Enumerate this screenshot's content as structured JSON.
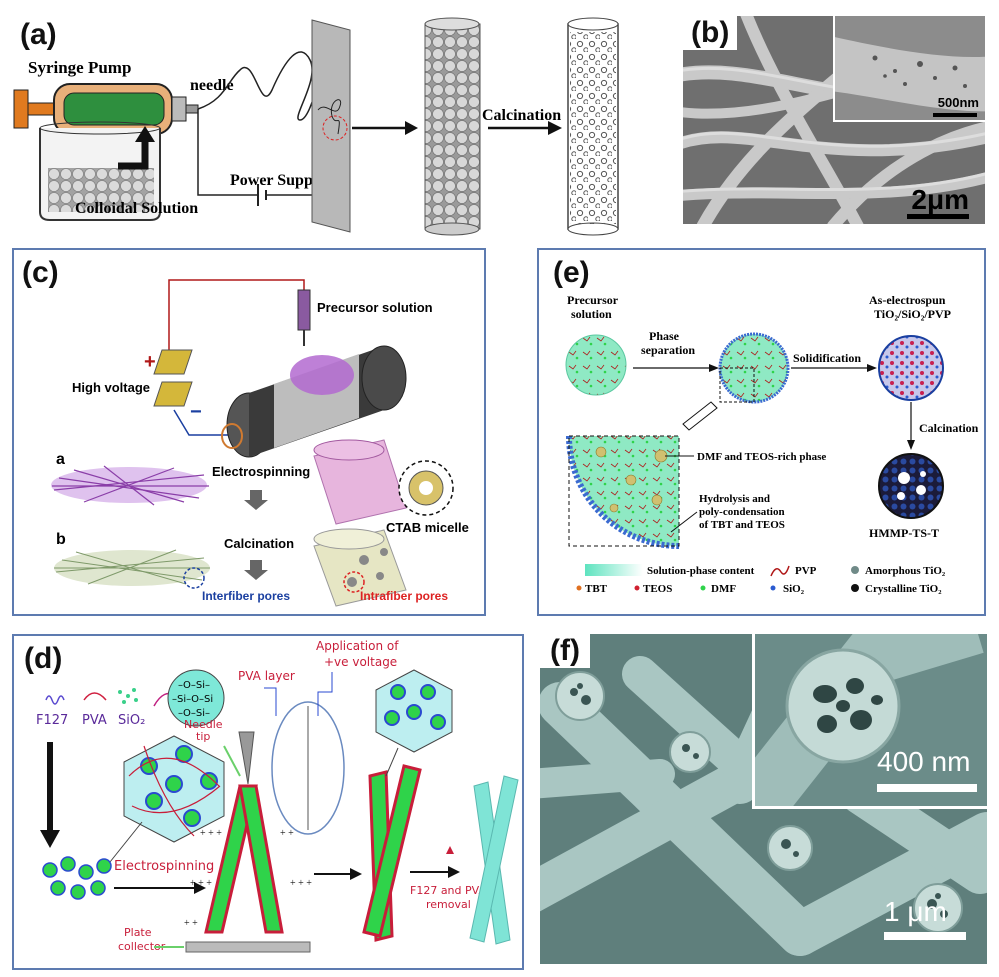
{
  "panels": {
    "a": {
      "label": "(a)",
      "syringe": "Syringe Pump",
      "needle": "needle",
      "colloid": "Colloidal Solution",
      "power": "Power Supply",
      "calc": "Calcination"
    },
    "b": {
      "label": "(b)",
      "inset_scale": "500nm",
      "main_scale": "2μm"
    },
    "c": {
      "label": "(c)",
      "precursor": "Precursor solution",
      "voltage": "High voltage",
      "plus": "+",
      "minus": "−",
      "step_a": "a",
      "step_b": "b",
      "electro": "Electrospinning",
      "calc": "Calcination",
      "ctab": "CTAB micelle",
      "inter": "Interfiber pores",
      "intra": "Intrafiber pores"
    },
    "d": {
      "label": "(d)",
      "f127": "F127",
      "pva": "PVA",
      "sio2": "SiO₂",
      "pva_layer": "PVA layer",
      "application": "Application of",
      "ve_voltage": "+ve voltage",
      "needle_tip_1": "Needle",
      "needle_tip_2": "tip",
      "electro": "Electrospinning",
      "plate_1": "Plate",
      "plate_2": "collector",
      "removal_1": "F127 and PVA",
      "removal_2": "removal",
      "si_row1": "–O–Si–",
      "si_row2": "–Si–O–Si",
      "si_row3": "–O–Si–"
    },
    "e": {
      "label": "(e)",
      "precursor_1": "Precursor",
      "precursor_2": "solution",
      "phase_1": "Phase",
      "phase_2": "separation",
      "solid": "Solidification",
      "asspun_1": "As-electrospun",
      "asspun_2": "TiO₂/SiO₂/PVP",
      "calc": "Calcination",
      "dmf_rich": "DMF and TEOS-rich phase",
      "hydro_1": "Hydrolysis and",
      "hydro_2": "poly-condensation",
      "hydro_3": "of TBT and TEOS",
      "hmmp": "HMMP-TS-T",
      "legend_content": "Solution-phase content",
      "legend_pvp": "PVP",
      "legend_amorph": "Amorphous TiO₂",
      "legend_tbt": "TBT",
      "legend_teos": "TEOS",
      "legend_dmf": "DMF",
      "legend_sio2": "SiO₂",
      "legend_cryst": "Crystalline TiO₂"
    },
    "f": {
      "label": "(f)",
      "inset_scale": "400 nm",
      "main_scale": "1 μm"
    }
  },
  "colors": {
    "frame": "#5d7bb0",
    "sem_b": "#8f8f8f",
    "sem_f": "#8fb3b0",
    "fiber_purple": "#8a3ea8",
    "pva_red": "#c81e3a",
    "silica_green": "#2fd34a",
    "cyan_fiber": "#7fe4d6"
  }
}
